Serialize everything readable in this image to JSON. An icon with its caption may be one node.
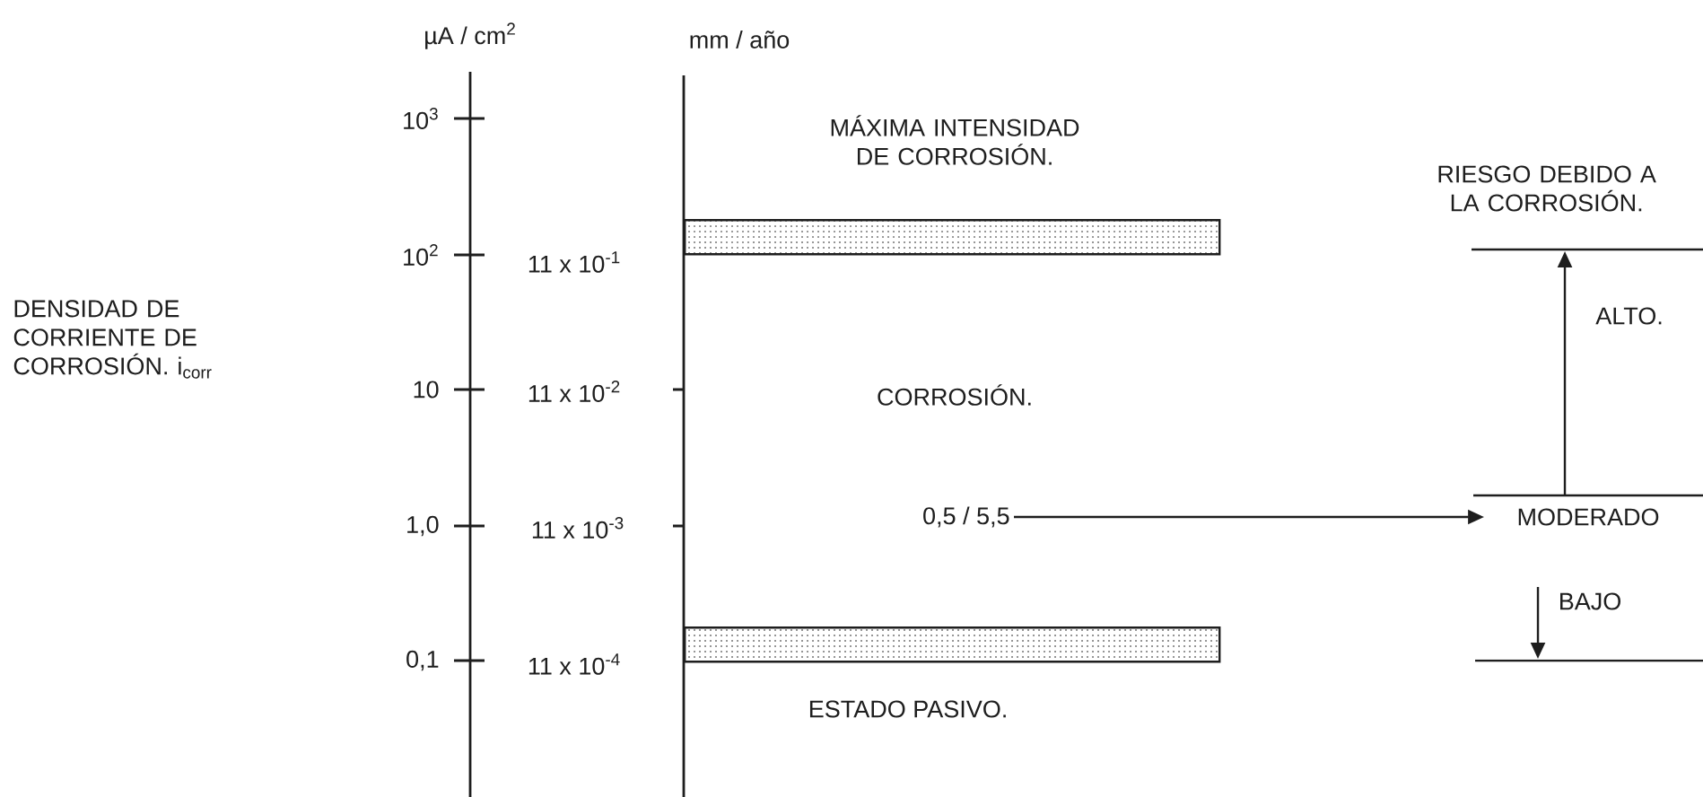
{
  "diagram": {
    "nodes": [
      {
        "text": [],
        "shape": "bar"
      },
      {
        "text": [
          "0,5 / 5,5"
        ]
      },
      {
        "text": [
          "MODERADO"
        ]
      },
      {
        "text": [],
        "shape": "bar"
      }
    ],
    "edges": [
      {
        "from": 1,
        "to": 2,
        "arrow": "to"
      }
    ],
    "labels": [
      "µA / cm$^{2}$",
      "mm / año",
      "10$^{3}$",
      "10$^{2}$",
      "10",
      "1,0",
      "0,1",
      "11 x 10$^{-1}$",
      "11 x 10$^{-2}$",
      "11 x 10$^{-3}$",
      "11 x 10$^{-4}$",
      "MÁXIMA INTENSIDAD DE CORROSIÓN.",
      "CORROSIÓN.",
      "ESTADO PASIVO.",
      "RIESGO DEBIDO A LA CORROSIÓN.",
      "ALTO.",
      "BAJO",
      "DENSIDAD DE CORRIENTE DE CORROSIÓN. i$_{corr}$"
    ]
  }
}
